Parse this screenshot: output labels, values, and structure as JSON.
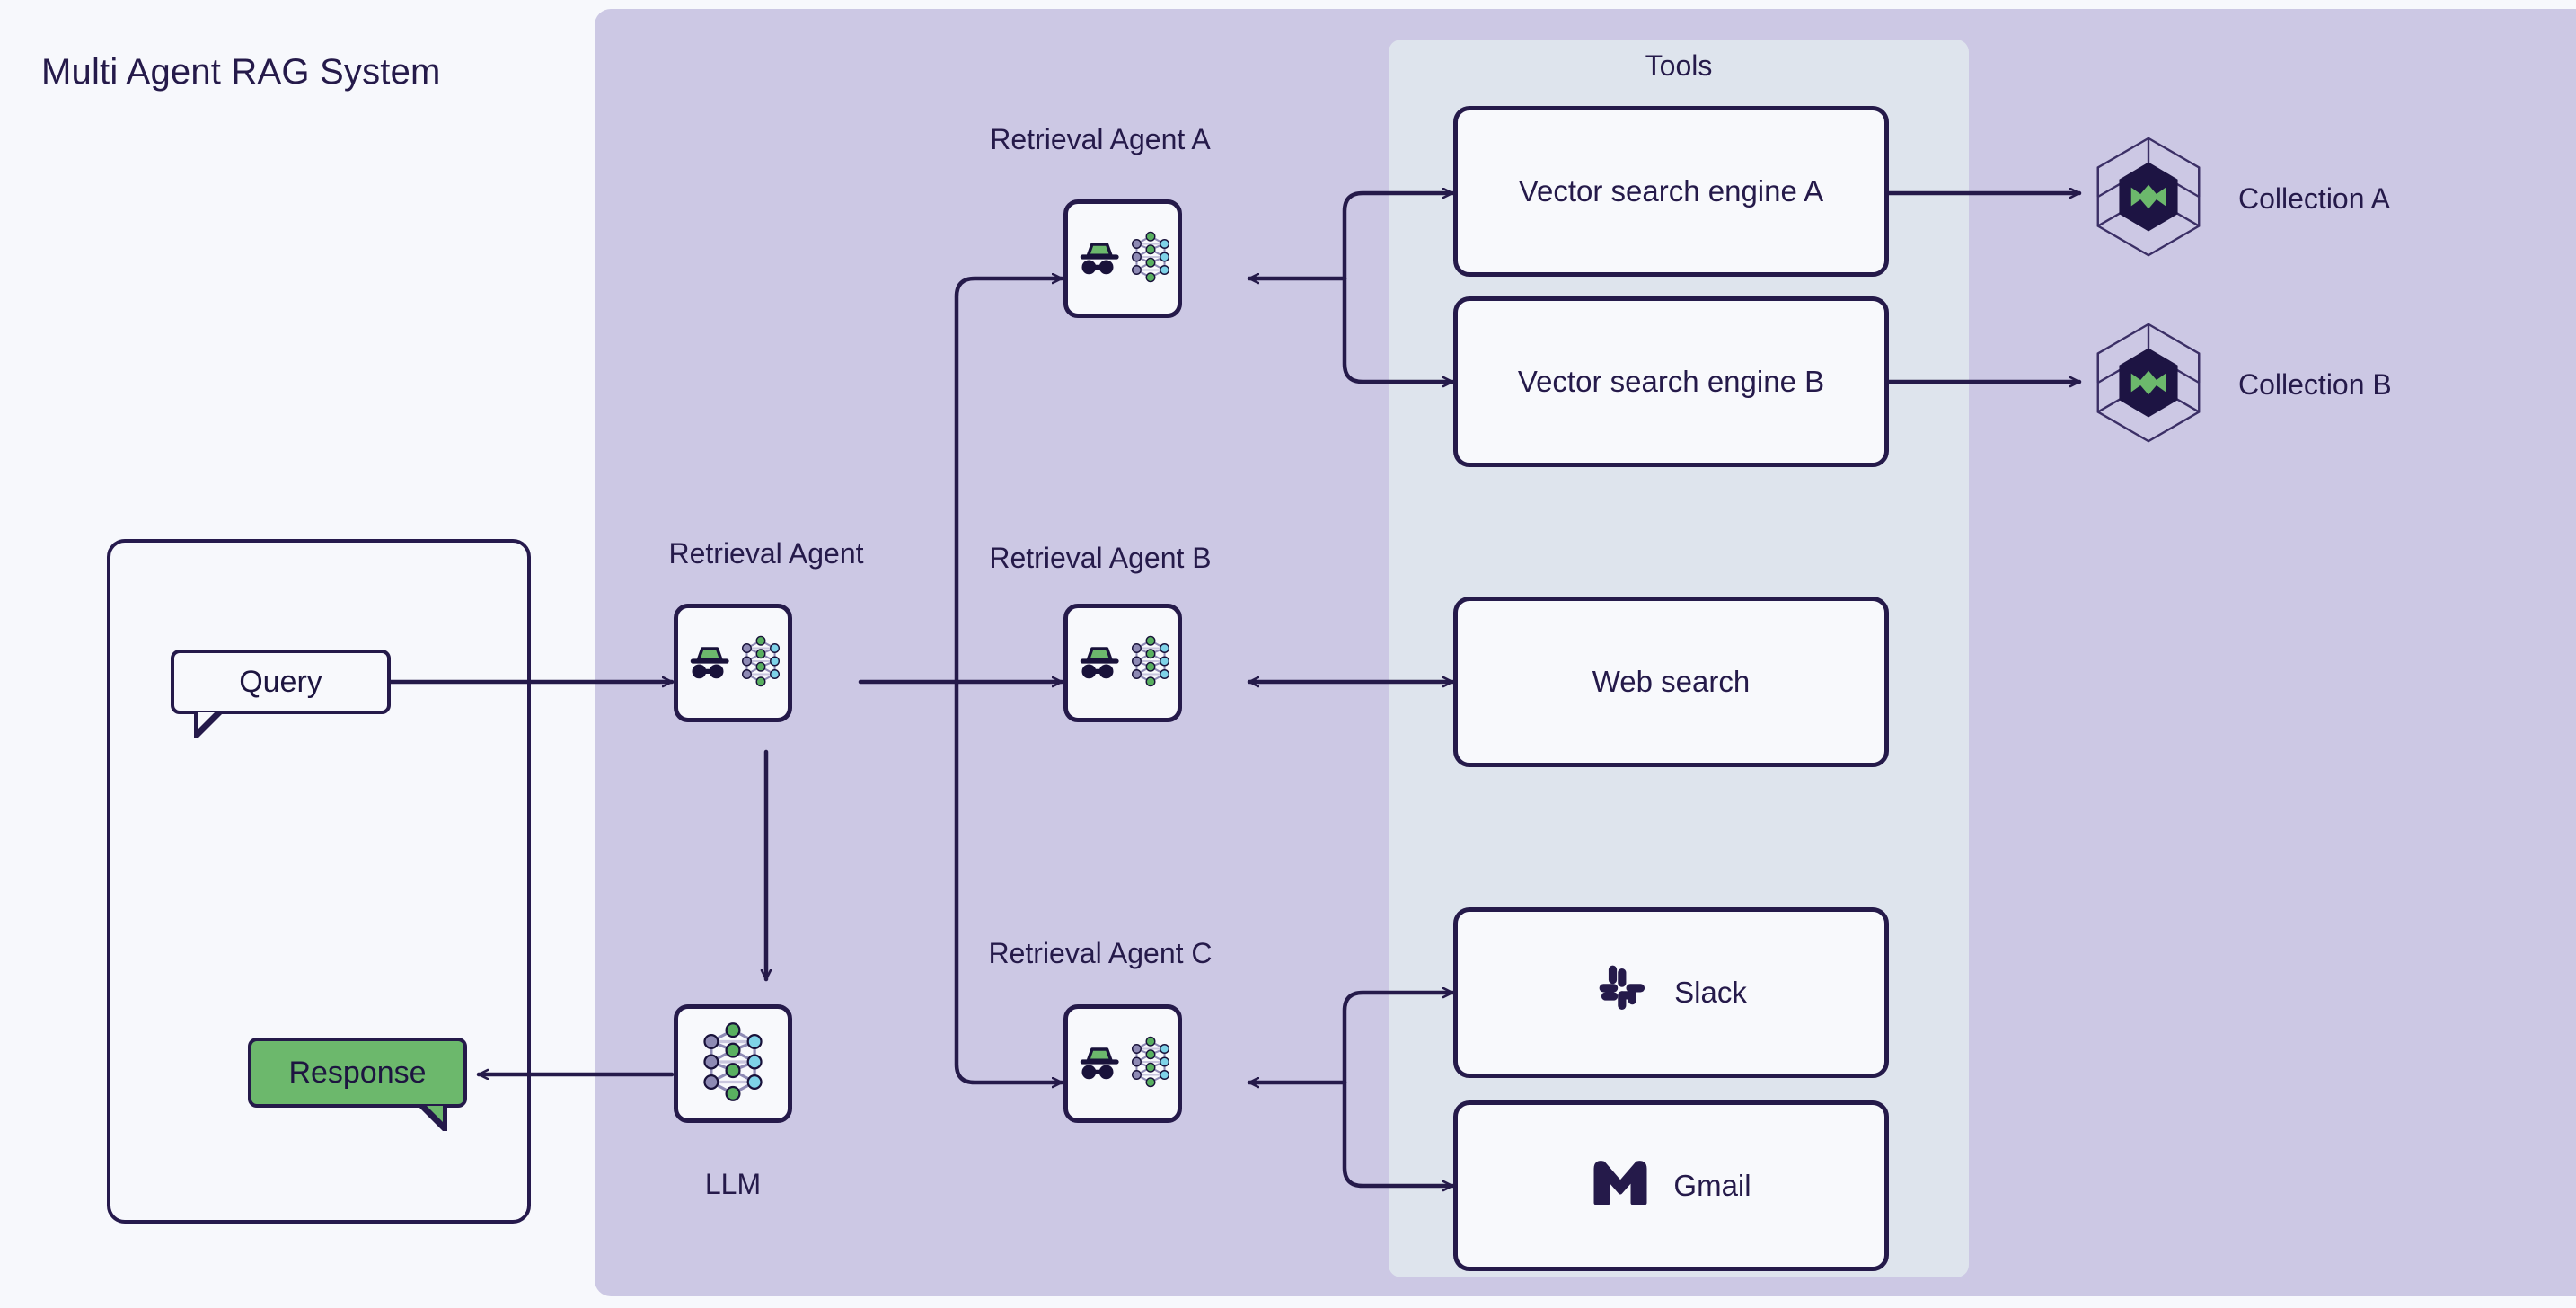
{
  "page": {
    "title": "Multi Agent RAG System",
    "background": "#f7f8fc"
  },
  "colors": {
    "agents_panel": "#ccc8e4",
    "tools_panel": "#dee4ed",
    "stroke": "#251a4a",
    "node_fill": "#f8f9fc",
    "accent_green": "#6cb86c",
    "nn_purple": "#8e8ab4",
    "nn_green": "#59b060",
    "nn_cyan": "#7fd3e8"
  },
  "user_flow": {
    "container_name": "user-container",
    "query": {
      "label": "Query"
    },
    "response": {
      "label": "Response"
    }
  },
  "agents_panel": {
    "orchestrator": {
      "label": "Retrieval Agent",
      "icon": "agent-hat-icon"
    },
    "llm": {
      "label": "LLM",
      "icon": "neural-network-icon"
    },
    "sub_agents": [
      {
        "id": "a",
        "label": "Retrieval Agent A",
        "icon": "agent-hat-icon"
      },
      {
        "id": "b",
        "label": "Retrieval Agent B",
        "icon": "agent-hat-icon"
      },
      {
        "id": "c",
        "label": "Retrieval Agent C",
        "icon": "agent-hat-icon"
      }
    ]
  },
  "tools_panel": {
    "title": "Tools",
    "items": [
      {
        "id": "vse-a",
        "label": "Vector search engine A",
        "icon": null
      },
      {
        "id": "vse-b",
        "label": "Vector search engine B",
        "icon": null
      },
      {
        "id": "web-search",
        "label": "Web search",
        "icon": null
      },
      {
        "id": "slack",
        "label": "Slack",
        "icon": "slack-icon"
      },
      {
        "id": "gmail",
        "label": "Gmail",
        "icon": "gmail-icon"
      }
    ]
  },
  "collections": [
    {
      "id": "collection-a",
      "label": "Collection A",
      "icon": "weaviate-hexagon-icon"
    },
    {
      "id": "collection-b",
      "label": "Collection B",
      "icon": "weaviate-hexagon-icon"
    }
  ]
}
